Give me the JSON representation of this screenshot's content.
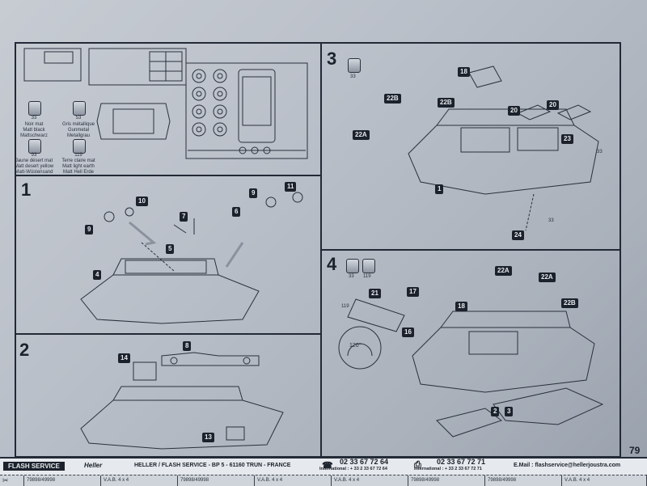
{
  "paints": [
    {
      "code": "33",
      "lines": [
        "Noir mat",
        "Matt black",
        "Mattschwarz"
      ]
    },
    {
      "code": "53",
      "lines": [
        "Gris métallique",
        "Gunmetal",
        "Metallgrau"
      ]
    },
    {
      "code": "93",
      "lines": [
        "Jaune désert mat",
        "Matt desert yellow",
        "Matt-Wüstensand"
      ]
    },
    {
      "code": "119",
      "lines": [
        "Terre claire mat",
        "Matt light earth",
        "Matt Hell Erde"
      ]
    }
  ],
  "steps": {
    "s1": {
      "num": "1",
      "callouts": [
        "10",
        "11",
        "9",
        "9",
        "7",
        "6",
        "5",
        "4"
      ]
    },
    "s2": {
      "num": "2",
      "callouts": [
        "14",
        "8",
        "13"
      ]
    },
    "s3": {
      "num": "3",
      "paint": "33",
      "callouts": [
        "18",
        "22B",
        "22B",
        "22A",
        "20",
        "20",
        "23",
        "1",
        "33",
        "33",
        "24"
      ]
    },
    "s4": {
      "num": "4",
      "paints": [
        "33",
        "119"
      ],
      "callouts": [
        "21",
        "17",
        "119",
        "16",
        "18",
        "22A",
        "22A",
        "22B",
        "2",
        "3"
      ],
      "angle": "120°"
    }
  },
  "footer": {
    "brand_left": "FLASH SERVICE",
    "brand_logo": "Heller",
    "address": "HELLER / FLASH SERVICE - BP 5 - 61160 TRUN  -  FRANCE",
    "phone1": "02 33 67 72 64",
    "phone1_intl": "International : + 33 2 33 67 72 64",
    "phone2": "02 33 67 72 71",
    "phone2_intl": "International : + 33 2 33 67 72 71",
    "email": "E.Mail : flashservice@hellerjoustra.com",
    "page": "79"
  },
  "cutrow": [
    {
      "code": "79898/49998",
      "name": "V.A.B. 4 x 4"
    },
    {
      "code": "79898/49998",
      "name": "V.A.B. 4 x 4"
    },
    {
      "code": "79898/49998",
      "name": "V.A.B. 4 x 4"
    },
    {
      "code": "79898/49998",
      "name": "V.A.B. 4 x 4"
    }
  ]
}
